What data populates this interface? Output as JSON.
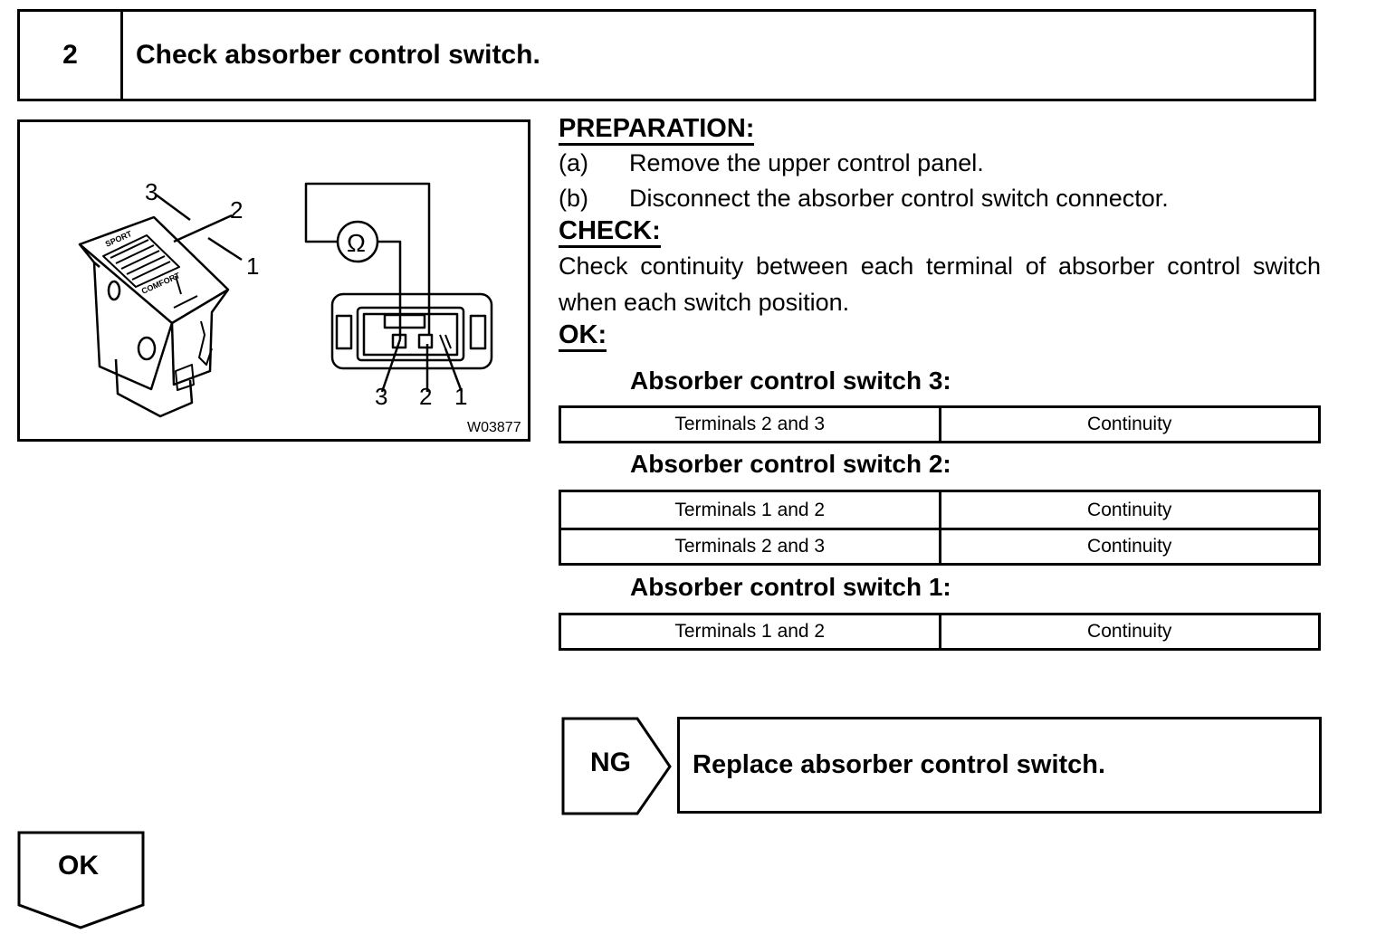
{
  "step": {
    "number": "2",
    "title": "Check absorber control switch."
  },
  "figure": {
    "code": "W03877",
    "switch_labels": [
      "3",
      "2",
      "1"
    ],
    "switch_markings": [
      "SPORT",
      "COMFORT"
    ],
    "connector_labels": [
      "3",
      "2",
      "1"
    ],
    "meter_symbol": "Ω"
  },
  "preparation": {
    "heading": "PREPARATION:",
    "steps": [
      {
        "label": "(a)",
        "text": "Remove the upper control panel."
      },
      {
        "label": "(b)",
        "text": "Disconnect the absorber control switch connector."
      }
    ]
  },
  "check": {
    "heading": "CHECK:",
    "text": "Check continuity between each terminal of absorber control switch when each switch position."
  },
  "ok_spec": {
    "heading": "OK:",
    "tables": [
      {
        "title": "Absorber control switch 3:",
        "rows": [
          [
            "Terminals 2 and 3",
            "Continuity"
          ]
        ]
      },
      {
        "title": "Absorber control switch 2:",
        "rows": [
          [
            "Terminals 1 and 2",
            "Continuity"
          ],
          [
            "Terminals 2 and 3",
            "Continuity"
          ]
        ]
      },
      {
        "title": "Absorber control switch 1:",
        "rows": [
          [
            "Terminals 1 and 2",
            "Continuity"
          ]
        ]
      }
    ]
  },
  "ng": {
    "label": "NG",
    "action": "Replace absorber control switch."
  },
  "ok_flow": {
    "label": "OK"
  }
}
